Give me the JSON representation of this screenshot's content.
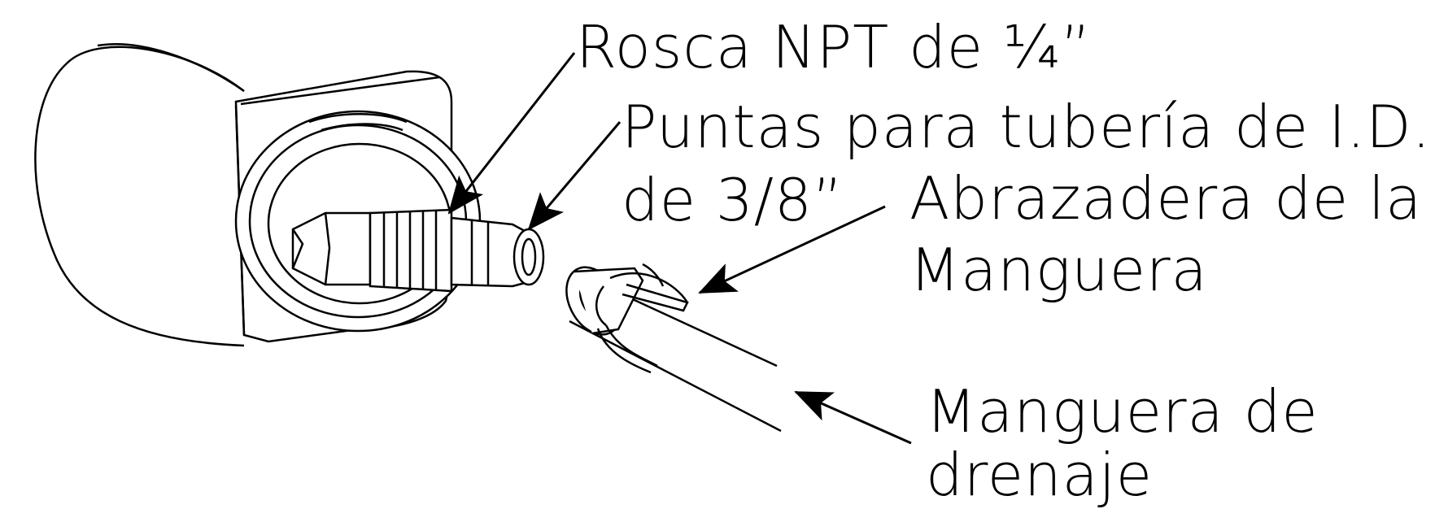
{
  "labels": {
    "rosca": "Rosca NPT de ¼”",
    "puntas_line1": "Puntas para tubería de I.D.",
    "puntas_line2": "de 3/8”",
    "abrazadera_line1": "Abrazadera de la",
    "abrazadera_line2": "Manguera",
    "manguera_line1": "Manguera de",
    "manguera_line2": "drenaje"
  },
  "colors": {
    "ink": "#000000",
    "background": "#ffffff"
  }
}
